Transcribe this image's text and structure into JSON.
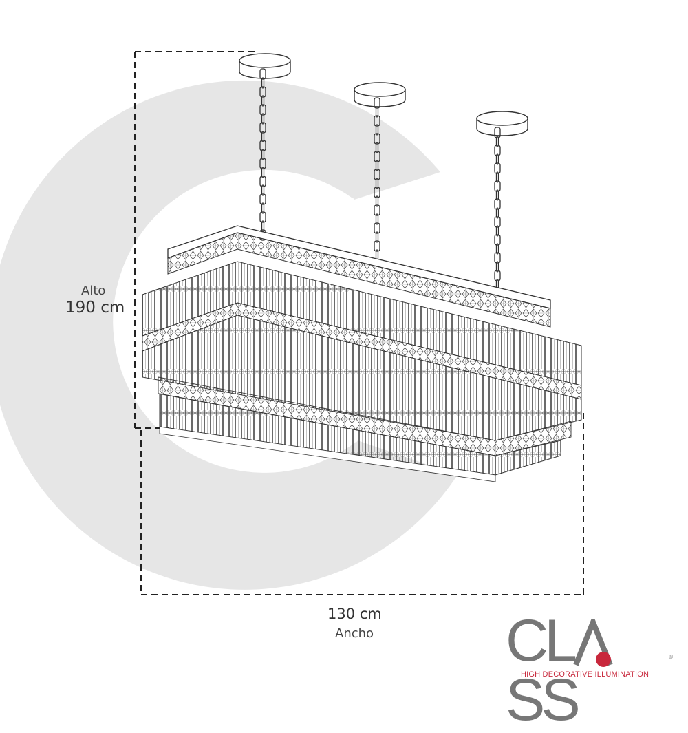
{
  "dimensions": {
    "height_word": "Alto",
    "height_value": "190 cm",
    "width_value": "130 cm",
    "width_word": "Ancho"
  },
  "brand": {
    "name_left": "CL",
    "name_right": "SS",
    "tagline": "HIGH DECORATIVE ILLUMINATION",
    "registered": "®"
  },
  "colors": {
    "watermark": "#e6e6e6",
    "line": "#333333",
    "accent": "#c8283c",
    "logo_grey": "#777777"
  },
  "icons": {
    "fixture": "rectangular-crystal-chandelier-icon",
    "watermark": "c-logo-watermark"
  }
}
